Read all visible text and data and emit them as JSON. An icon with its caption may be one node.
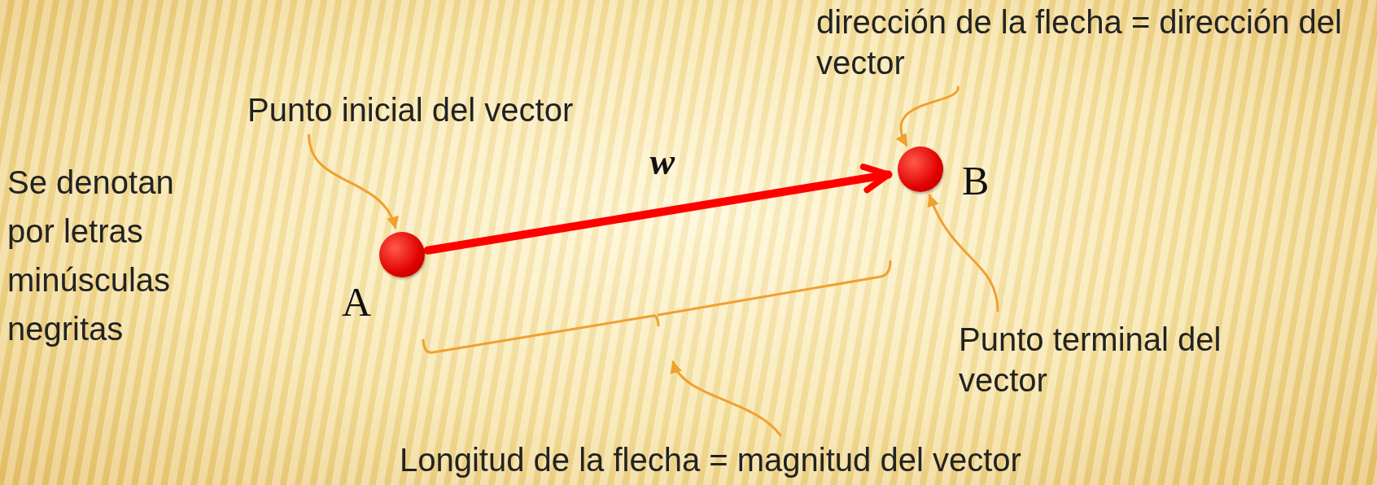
{
  "diagram": {
    "nodes": [
      {
        "text": [
          "Punto inicial del vector"
        ]
      },
      {
        "text": [],
        "shape": "circle",
        "beside": [
          "A"
        ]
      },
      {
        "text": [],
        "shape": "circle",
        "beside": [
          "B"
        ]
      },
      {
        "text": [
          "dirección de la flecha = dirección del vector"
        ]
      },
      {
        "text": [
          "Punto terminal del vector"
        ]
      },
      {
        "text": [
          "Longitud de la flecha = magnitud del vector"
        ]
      },
      {
        "text": [],
        "shape": "bracket"
      }
    ],
    "edges": [
      {
        "from": 0,
        "to": 1,
        "arrow": "to"
      },
      {
        "from": 1,
        "to": 2,
        "arrow": "to",
        "label": "w",
        "style": "thick",
        "color": "#ff0000"
      },
      {
        "from": 3,
        "to": 2,
        "arrow": "to"
      },
      {
        "from": 4,
        "to": 2,
        "arrow": "to"
      },
      {
        "from": 5,
        "to": 6,
        "arrow": "to"
      }
    ],
    "labels": [
      "Se denotan por letras minúsculas negritas"
    ]
  }
}
